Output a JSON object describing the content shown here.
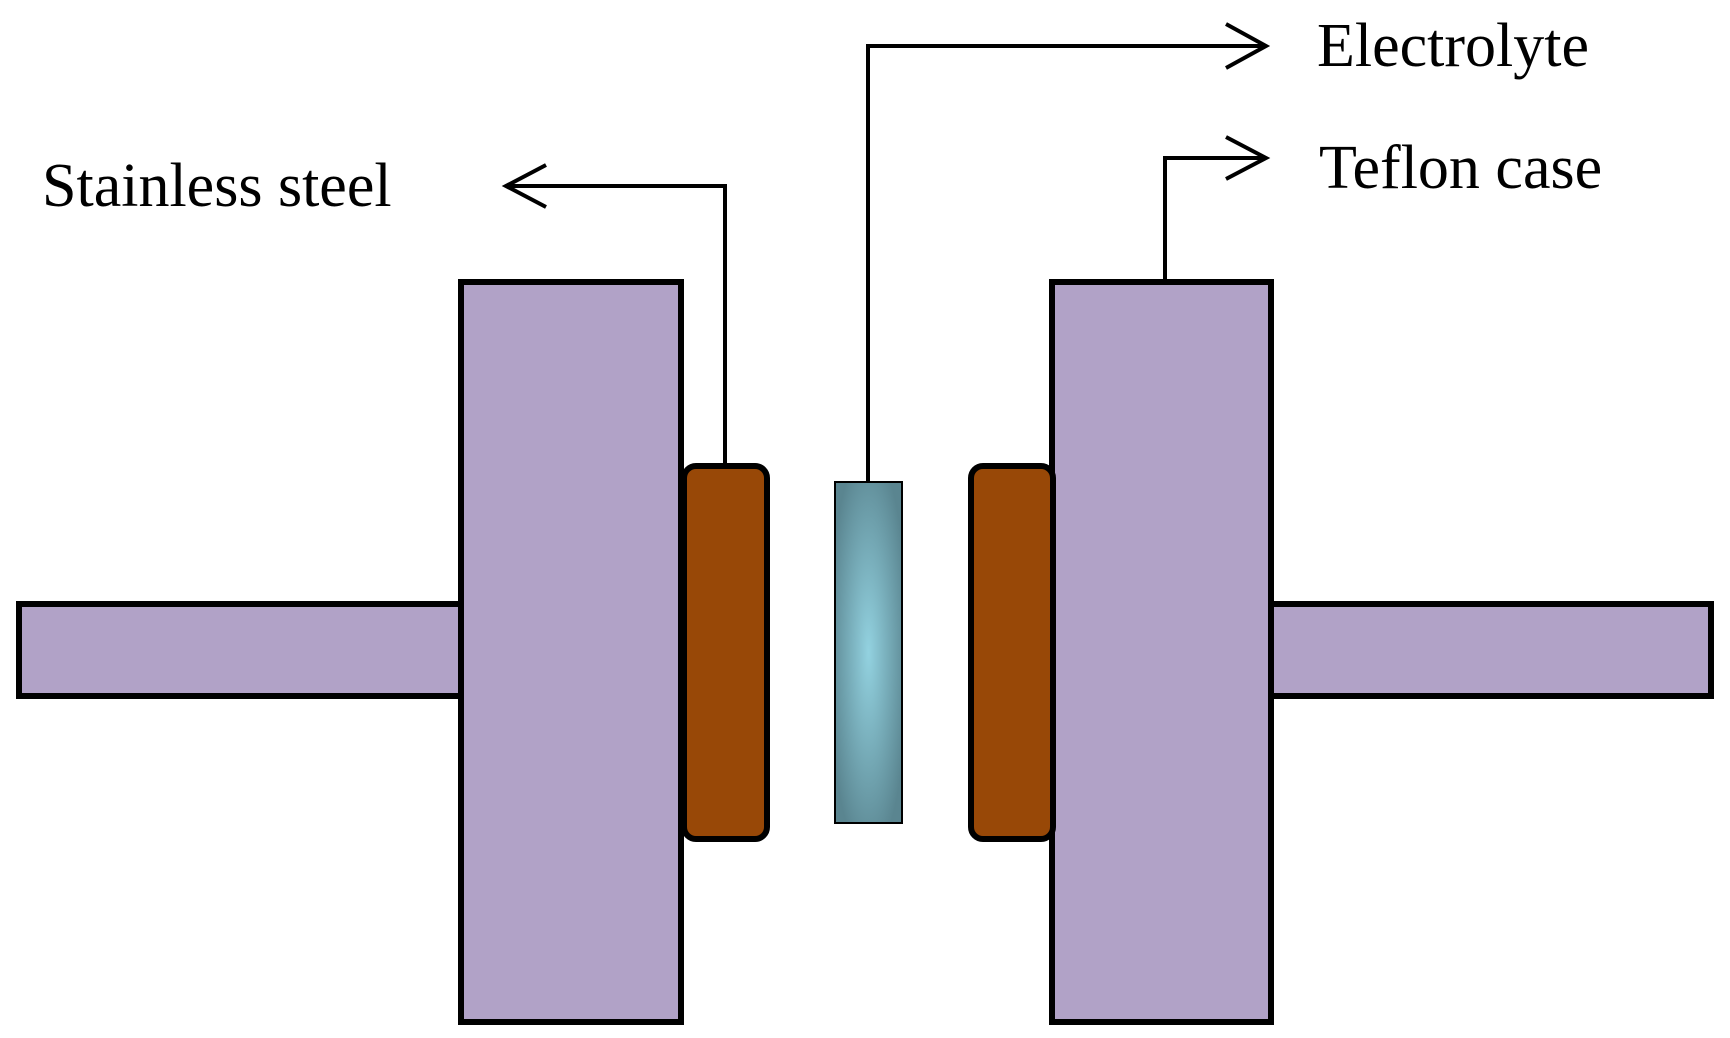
{
  "labels": {
    "electrolyte": "Electrolyte",
    "teflon_case": "Teflon case",
    "stainless_steel": "Stainless steel"
  },
  "colors": {
    "teflon": "#b1a2c7",
    "steel": "#984807",
    "electrolyte_edge": "#5a8590",
    "electrolyte_center": "#93d2e0",
    "outline": "#000000"
  }
}
